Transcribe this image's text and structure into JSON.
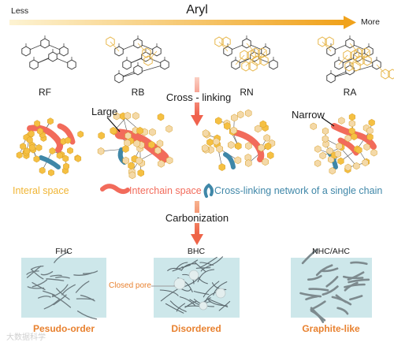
{
  "title": "Aryl",
  "arrow_left_label": "Less",
  "arrow_right_label": "More",
  "resins": [
    "RF",
    "RB",
    "RN",
    "RA"
  ],
  "step1_label": "Cross - linking",
  "annotations": {
    "large": "Large",
    "narrow": "Narrow"
  },
  "legend": {
    "interal_space": "Interal space",
    "interchain_space": "Interchain space",
    "network": "Cross-linking network of a single chain"
  },
  "step2_label": "Carbonization",
  "carbons": [
    {
      "name": "FHC",
      "structure": "Pesudo-order"
    },
    {
      "name": "BHC",
      "structure": "Disordered"
    },
    {
      "name": "NHC/AHC",
      "structure": "Graphite-like"
    }
  ],
  "closed_pore_label": "Closed pore",
  "watermark": "大数据科学",
  "colors": {
    "gradient_start": "#fdf0c8",
    "gradient_end": "#f0a21c",
    "interchain": "#f26b5b",
    "network": "#3f87a8",
    "hexagon": "#f5c043",
    "hex_pale": "#f4d9a8",
    "box_bg": "#cde7ea",
    "label_orange": "#e8812f",
    "process_arrow": "#f2735d"
  }
}
